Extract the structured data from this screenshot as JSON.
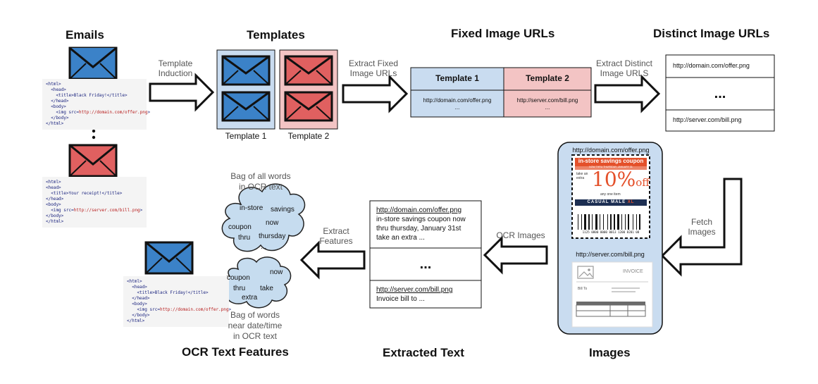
{
  "titles": {
    "emails": "Emails",
    "templates": "Templates",
    "fixed_urls": "Fixed Image URLs",
    "distinct_urls": "Distinct Image URLs",
    "ocr_features": "OCR Text Features",
    "extracted_text": "Extracted Text",
    "images": "Images"
  },
  "arrows": {
    "template_induction": [
      "Template",
      "Induction"
    ],
    "extract_fixed": [
      "Extract Fixed",
      "Image URLs"
    ],
    "extract_distinct": [
      "Extract Distinct",
      "Image URLS"
    ],
    "fetch_images": [
      "Fetch",
      "Images"
    ],
    "ocr_images": "OCR Images",
    "extract_features": [
      "Extract",
      "Features"
    ]
  },
  "email1": {
    "lines": [
      "<html>",
      "  <head>",
      "    <title>Black Friday!</title>",
      "  </head>",
      "  <body>",
      "    <img src=http://domain.com/offer.png>",
      "  </body>",
      "</html>"
    ]
  },
  "email2": {
    "lines": [
      "<html>",
      "<head>",
      "  <title>Your receipt!</title>",
      "</head>",
      "<body>",
      "  <img src=http://server.com/bill.png>",
      "</body>",
      "</html>"
    ]
  },
  "email3": {
    "lines": [
      "<html>",
      "  <head>",
      "    <title>Black Friday!</title>",
      "  </head>",
      "  <body>",
      "    <img src=http://domain.com/offer.png>",
      "  </body>",
      "</html>"
    ]
  },
  "ellipsis_vertical": ":",
  "templates": {
    "t1_label": "Template 1",
    "t2_label": "Template 2"
  },
  "fixed_table": {
    "col1_header": "Template 1",
    "col2_header": "Template 2",
    "col1_url": "http://domain.com/offer.png",
    "col2_url": "http://server.com/bill.png",
    "more": "..."
  },
  "distinct_list": {
    "row1": "http://domain.com/offer.png",
    "middle": "...",
    "row3": "http://server.com/bill.png"
  },
  "images_panel": {
    "url1": "http://domain.com/offer.png",
    "url2": "http://server.com/bill.png",
    "coupon_banner": "in-store savings coupon",
    "coupon_sub": "NOW THRU THURSDAY, JANUARY 31",
    "coupon_take": "take an extra",
    "coupon_percent": "10%",
    "coupon_off": "off",
    "coupon_any": "any one item",
    "coupon_brand": "CASUAL MALE",
    "coupon_brand_xl": "XL",
    "coupon_barcode_num": "1125 0800 0000 0013 1200 8201 08",
    "invoice_title": "INVOICE",
    "invoice_bill_to": "Bill To"
  },
  "extracted": {
    "row1_url": "http://domain.com/offer.png",
    "row1_text": [
      "in-store savings coupon now",
      "thru thursday, January 31st",
      "take an extra ..."
    ],
    "middle": "...",
    "row3_url": "http://server.com/bill.png",
    "row3_text": "Invoice bill to ..."
  },
  "cloud1": {
    "caption": [
      "Bag of all words",
      "in OCR text"
    ],
    "words": [
      "in-store",
      "savings",
      "coupon",
      "now",
      "thru",
      "thursday",
      "..."
    ]
  },
  "cloud2": {
    "caption": [
      "Bag of words",
      "near date/time",
      "in OCR text"
    ],
    "words": [
      "now",
      "coupon",
      "thru",
      "take",
      "extra"
    ]
  },
  "colors": {
    "blue_env": "#3b82c8",
    "red_env": "#e06060",
    "blue_bg": "#c9dcf0",
    "red_bg": "#f3c4c4",
    "cloud": "#c6dcef",
    "panel": "#c9dcf0"
  }
}
